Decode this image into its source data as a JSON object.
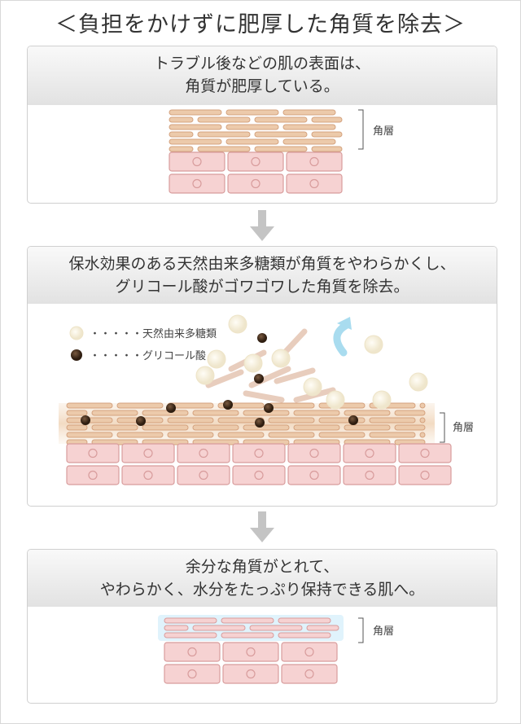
{
  "title": "＜負担をかけずに肥厚した角質を除去＞",
  "panels": [
    {
      "lines": [
        "トラブル後などの肌の表面は、",
        "角質が肥厚している。"
      ],
      "layer_label": "角層"
    },
    {
      "lines": [
        "保水効果のある天然由来多糖類が角質をやわらかくし、",
        "グリコール酸がゴワゴワした角質を除去。"
      ],
      "layer_label": "角層",
      "legend": [
        {
          "icon": "cream-circle-icon",
          "label": "・・・・・天然由来多糖類"
        },
        {
          "icon": "brown-dot-icon",
          "label": "・・・・・グリコール酸"
        }
      ]
    },
    {
      "lines": [
        "余分な角質がとれて、",
        "やわらかく、水分をたっぷり保持できる肌へ。"
      ],
      "layer_label": "角層"
    }
  ],
  "colors": {
    "flat_cell": "#eccaab",
    "flat_stroke": "#d4a27e",
    "pink_cell": "#f6d2d2",
    "pink_stroke": "#d89c9c",
    "arrow": "#c4c4c4",
    "blue_arrow": "#a9dcef",
    "polysaccharide": "#f7f0dc",
    "glycolic": "#4a3020"
  }
}
